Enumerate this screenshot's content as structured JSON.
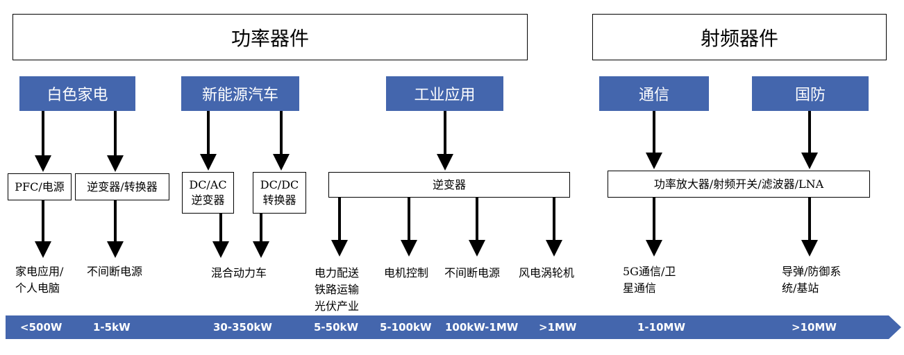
{
  "headers": {
    "power": "功率器件",
    "rf": "射频器件"
  },
  "categories": {
    "appliance": "白色家电",
    "nev": "新能源汽车",
    "industrial": "工业应用",
    "comm": "通信",
    "defense": "国防"
  },
  "devices": {
    "pfc_line1": "PFC/电源",
    "inverter_converter": "逆变器/转换器",
    "dcac_line1": "DC/AC",
    "dcac_line2": "逆变器",
    "dcdc_line1": "DC/DC",
    "dcdc_line2": "转换器",
    "inverter": "逆变器",
    "rf_chain": "功率放大器/射频开关/滤波器/LNA"
  },
  "applications": {
    "home_pc_line1": "家电应用/",
    "home_pc_line2": "个人电脑",
    "ups1": "不间断电源",
    "hybrid": "混合动力车",
    "grid_line1": "电力配送",
    "grid_line2": "铁路运输",
    "grid_line3": "光伏产业",
    "motor": "电机控制",
    "ups2": "不间断电源",
    "wind": "风电涡轮机",
    "fiveg_line1": "5G通信/卫",
    "fiveg_line2": "星通信",
    "missile_line1": "导弹/防御系",
    "missile_line2": "统/基站"
  },
  "power_scale": [
    "<500W",
    "1-5kW",
    "30-350kW",
    "5-50kW",
    "5-100kW",
    "100kW-1MW",
    ">1MW",
    "1-10MW",
    ">10MW"
  ],
  "colors": {
    "category_fill": "#4466ad",
    "scale_fill": "#4466ad"
  }
}
